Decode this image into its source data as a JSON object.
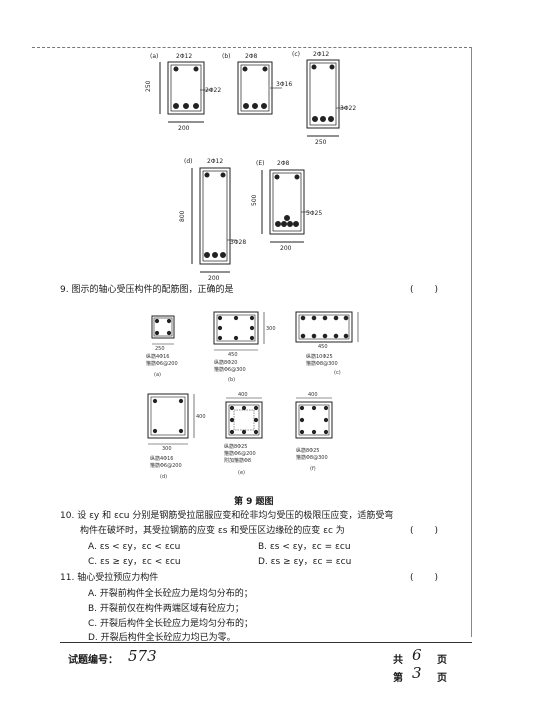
{
  "top_figures": {
    "a": {
      "label": "(a)",
      "top_bar": "2Φ12",
      "side": "250",
      "side_bar": "2Φ22",
      "width": "200"
    },
    "b": {
      "label": "(b)",
      "top_bar": "2Φ8",
      "side_bar": "3Φ16"
    },
    "c": {
      "label": "(c)",
      "top_bar": "2Φ12",
      "bottom_bar": "3Φ22",
      "width": "250"
    },
    "d": {
      "label": "(d)",
      "top_bar": "2Φ12",
      "height": "800",
      "bottom_bar": "3Φ28",
      "width": "200"
    },
    "e": {
      "label": "(E)",
      "top_bar": "2Φ8",
      "height": "500",
      "bottom_bar": "5Φ25",
      "width": "200"
    }
  },
  "q9": {
    "number": "9.",
    "text": "图示的轴心受压构件的配筋图，正确的是",
    "paren": "(　)"
  },
  "q9_figures": {
    "a": {
      "label": "(a)",
      "dim": "250",
      "note1": "纵筋4Φ16",
      "note2": "箍筋Φ6@200"
    },
    "b": {
      "label": "(b)",
      "dim_w": "450",
      "dim_h": "300",
      "note1": "纵筋8Φ20",
      "note2": "箍筋Φ6@300"
    },
    "c": {
      "label": "(c)",
      "dim_w": "450",
      "note1": "纵筋10Φ25",
      "note2": "箍筋Φ8@300"
    },
    "d": {
      "label": "(d)",
      "dim_w": "300",
      "dim_h": "400",
      "note1": "纵筋4Φ16",
      "note2": "箍筋Φ6@200"
    },
    "e": {
      "label": "(e)",
      "dim_w": "400",
      "note1": "纵筋8Φ25",
      "note2": "箍筋Φ6@200",
      "note3": "附加箍筋Φ8"
    },
    "f": {
      "label": "(f)",
      "dim_w": "400",
      "note1": "纵筋8Φ25",
      "note2": "箍筋Φ8@300"
    }
  },
  "caption": "第 9 题图",
  "q10": {
    "number": "10.",
    "line1": "设 εy 和 εcu 分别是钢筋受拉屈服应变和砼非均匀受压的极限压应变，适筋受弯",
    "line2": "构件在破坏时，其受拉钢筋的应变 εs 和受压区边缘砼的应变 εc 为",
    "paren": "(　)",
    "options": [
      {
        "key": "A.",
        "text": "εs < εy，εc < εcu"
      },
      {
        "key": "B.",
        "text": "εs < εy，εc = εcu"
      },
      {
        "key": "C.",
        "text": "εs ≥ εy，εc < εcu"
      },
      {
        "key": "D.",
        "text": "εs ≥ εy，εc = εcu"
      }
    ]
  },
  "q11": {
    "number": "11.",
    "text": "轴心受拉预应力构件",
    "paren": "(　)",
    "options": [
      {
        "key": "A.",
        "text": "开裂前构件全长砼应力是均匀分布的；"
      },
      {
        "key": "B.",
        "text": "开裂前仅在构件两端区域有砼应力；"
      },
      {
        "key": "C.",
        "text": "开裂后构件全长砼应力是均匀分布的；"
      },
      {
        "key": "D.",
        "text": "开裂后构件全长砼应力均已为零。"
      }
    ]
  },
  "footer": {
    "code_label": "试题编号：",
    "code_value": "573",
    "total_label_left": "共",
    "total_value": "6",
    "total_label_right": "页",
    "page_label_left": "第",
    "page_value": "3",
    "page_label_right": "页"
  }
}
